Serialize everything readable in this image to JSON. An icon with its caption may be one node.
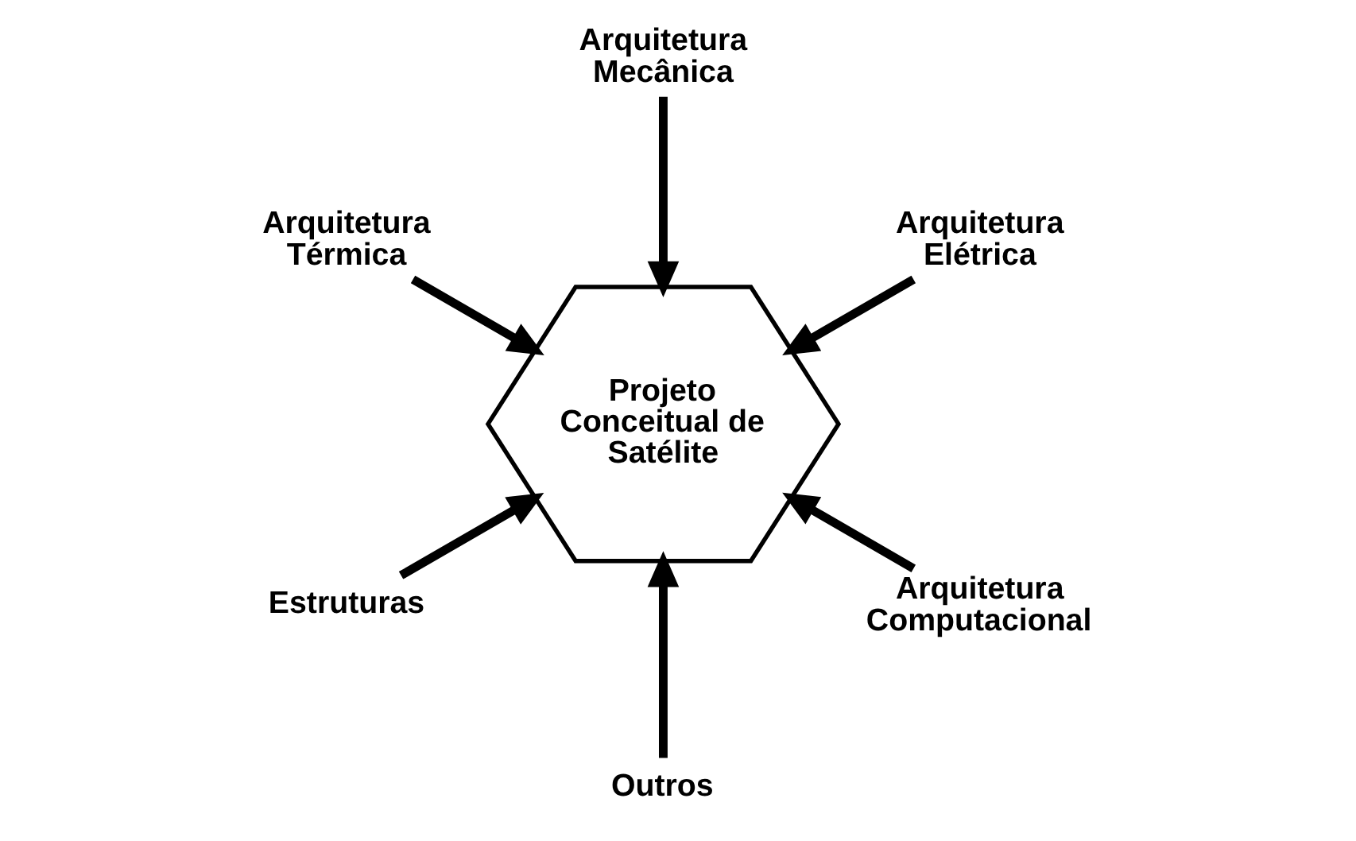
{
  "diagram": {
    "nodes": [
      {
        "text": [
          "Arquitetura Mecânica"
        ]
      },
      {
        "text": [
          "Arquitetura Térmica"
        ]
      },
      {
        "text": [
          "Arquitetura Elétrica"
        ]
      },
      {
        "text": [
          "Projeto Conceitual de Satélite"
        ]
      },
      {
        "text": [
          "Estruturas"
        ]
      },
      {
        "text": [
          "Arquitetura Computacional"
        ]
      },
      {
        "text": [
          "Outros"
        ]
      }
    ],
    "edges": [
      {
        "from": 0,
        "to": 3,
        "arrow": "to"
      },
      {
        "from": 1,
        "to": 3,
        "arrow": "to"
      },
      {
        "from": 2,
        "to": 3,
        "arrow": "to"
      },
      {
        "from": 4,
        "to": 3,
        "arrow": "to"
      },
      {
        "from": 5,
        "to": 3,
        "arrow": "to"
      },
      {
        "from": 6,
        "to": 3,
        "arrow": "to"
      }
    ]
  }
}
